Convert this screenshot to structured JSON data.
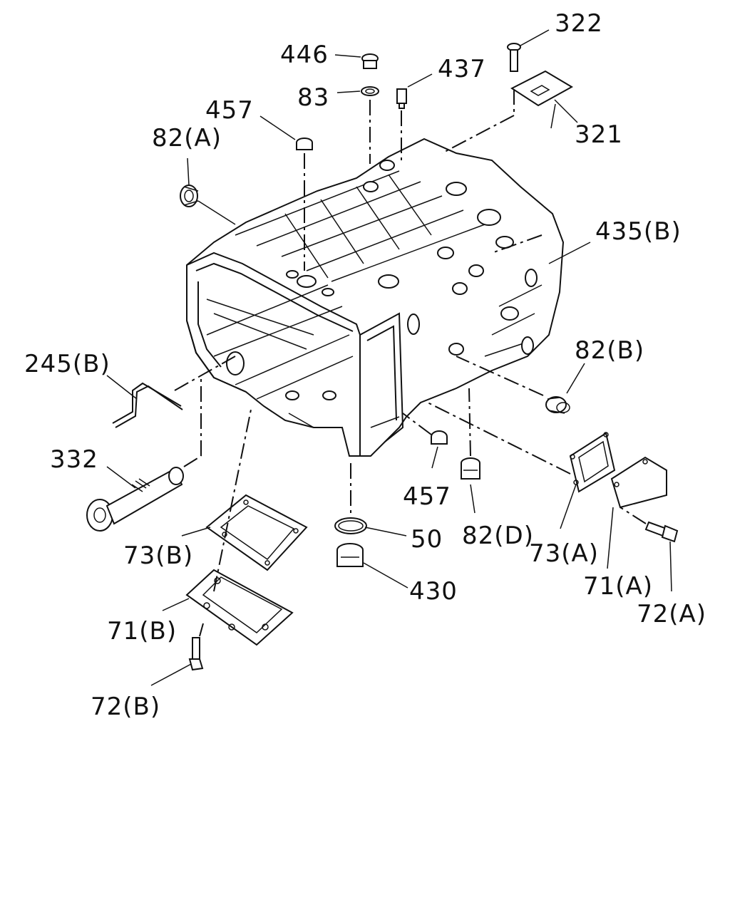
{
  "diagram": {
    "callouts": {
      "c322": "322",
      "c446": "446",
      "c437": "437",
      "c83": "83",
      "c457_top": "457",
      "c82a": "82(A)",
      "c321": "321",
      "c435b": "435(B)",
      "c245b": "245(B)",
      "c82b": "82(B)",
      "c332": "332",
      "c457_bottom": "457",
      "c50": "50",
      "c82d": "82(D)",
      "c73a": "73(A)",
      "c73b": "73(B)",
      "c430": "430",
      "c71a": "71(A)",
      "c72a": "72(A)",
      "c71b": "71(B)",
      "c72b": "72(B)"
    }
  }
}
